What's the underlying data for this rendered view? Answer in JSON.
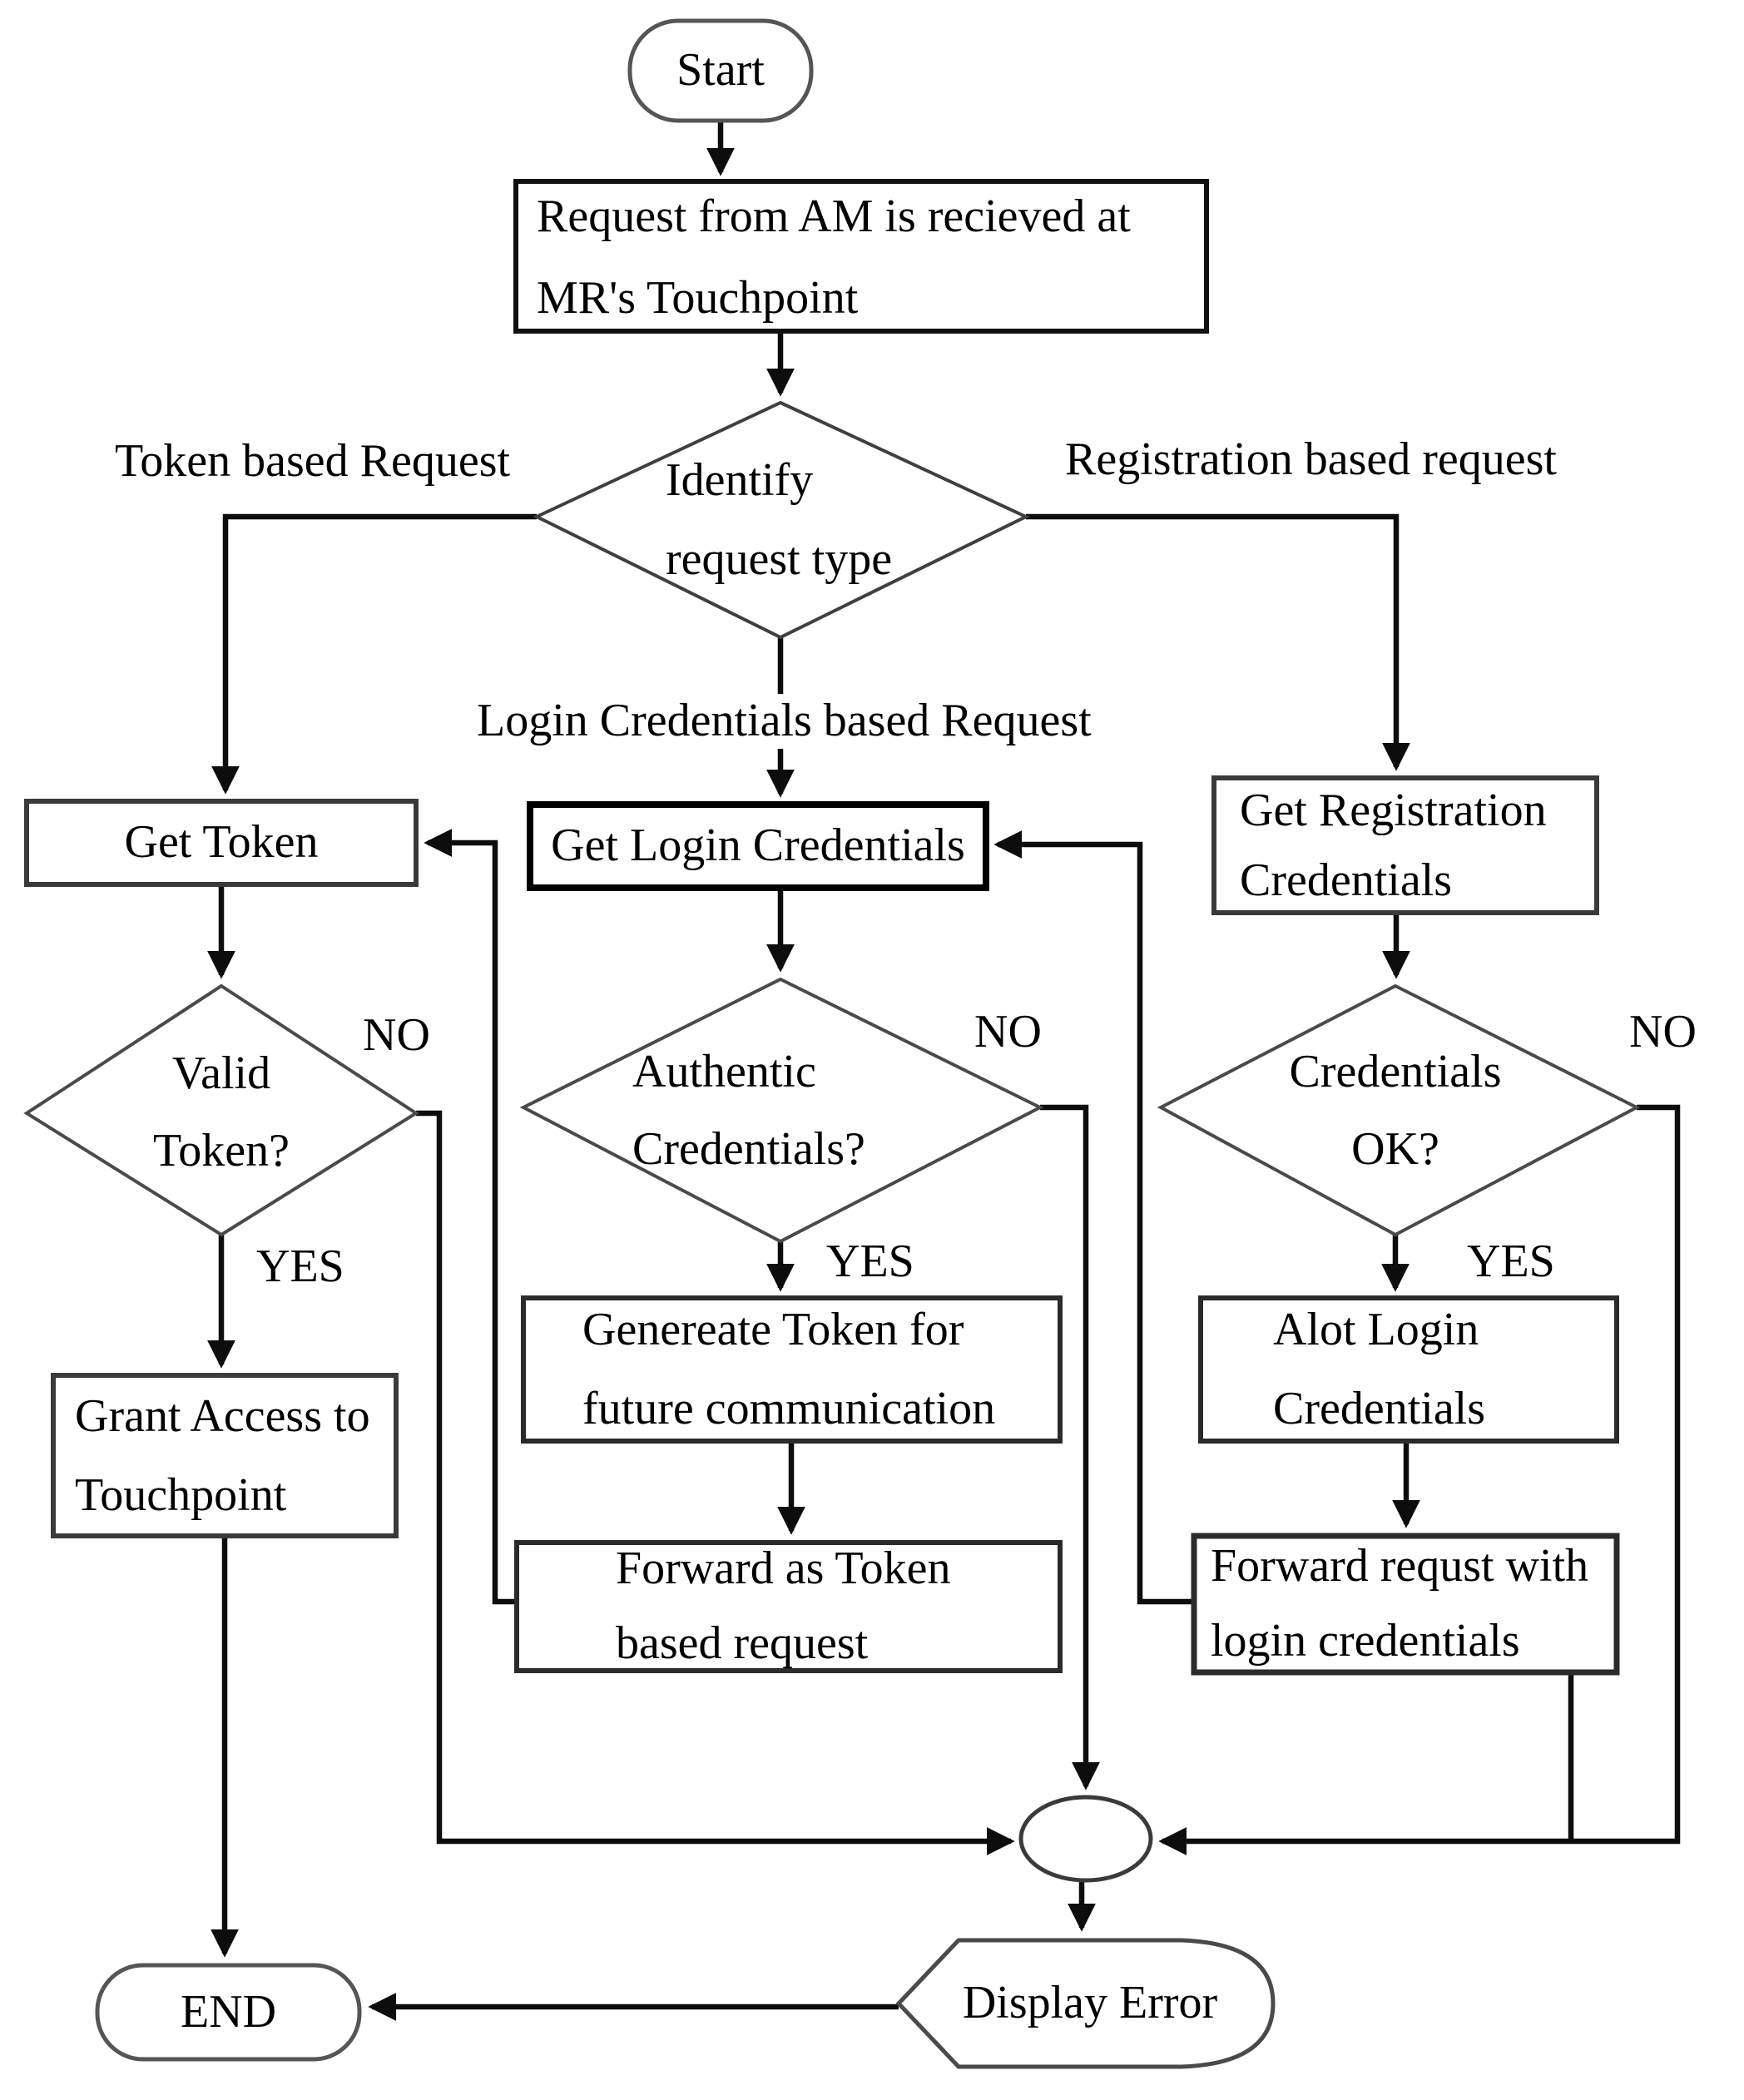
{
  "nodes": {
    "start": {
      "label": "Start"
    },
    "receive_request": {
      "line1": "Request from AM is recieved at",
      "line2": "MR's Touchpoint"
    },
    "identify_request": {
      "line1": "Identify",
      "line2": "request type"
    },
    "get_token": {
      "label": "Get Token"
    },
    "get_login_credentials": {
      "label": "Get Login Credentials"
    },
    "get_registration_credentials": {
      "line1": "Get Registration",
      "line2": "Credentials"
    },
    "valid_token": {
      "line1": "Valid",
      "line2": "Token?"
    },
    "authentic_credentials": {
      "line1": "Authentic",
      "line2": "Credentials?"
    },
    "credentials_ok": {
      "line1": "Credentials",
      "line2": "OK?"
    },
    "grant_access": {
      "line1": "Grant Access to",
      "line2": "Touchpoint"
    },
    "generate_token": {
      "line1": "Genereate Token for",
      "line2": "future communication"
    },
    "forward_token_request": {
      "line1": "Forward as Token",
      "line2": "based request"
    },
    "alot_login_credentials": {
      "line1": "Alot Login",
      "line2": "Credentials"
    },
    "forward_login_request": {
      "line1": "Forward requst with",
      "line2": "login credentials"
    },
    "display_error": {
      "label": "Display Error"
    },
    "end": {
      "label": "END"
    }
  },
  "edge_labels": {
    "token_based": "Token based Request",
    "registration_based": "Registration based request",
    "login_based": "Login Credentials based Request",
    "valid_token_no": "NO",
    "valid_token_yes": "YES",
    "authentic_no": "NO",
    "authentic_yes": "YES",
    "credentials_ok_no": "NO",
    "credentials_ok_yes": "YES"
  },
  "colors": {
    "stroke": "#111111",
    "shape_border": "#2b2b2b",
    "diamond_border": "#4a4a4a",
    "background": "#ffffff",
    "text": "#000000"
  }
}
